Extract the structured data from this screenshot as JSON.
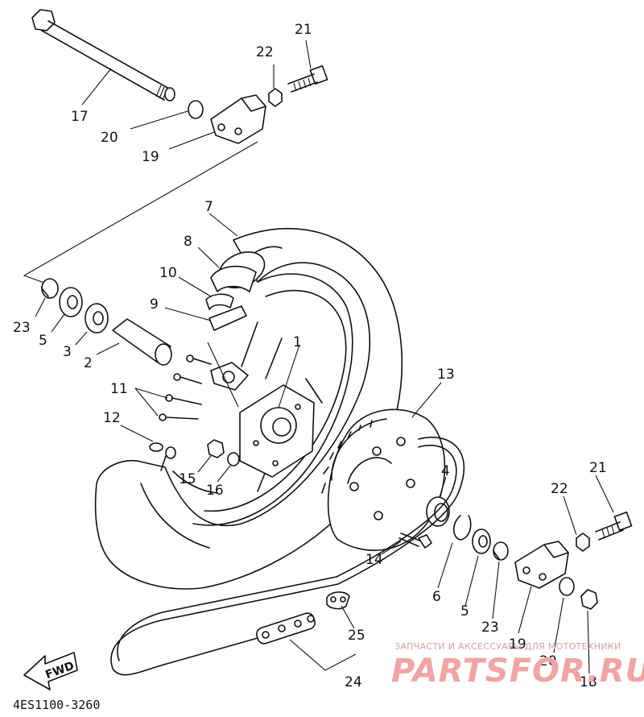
{
  "labels": {
    "p1": "1",
    "p2": "2",
    "p3": "3",
    "p4": "4",
    "p5a": "5",
    "p5b": "5",
    "p6": "6",
    "p7": "7",
    "p8": "8",
    "p9": "9",
    "p10": "10",
    "p11": "11",
    "p12": "12",
    "p13": "13",
    "p14": "14",
    "p15": "15",
    "p16": "16",
    "p17": "17",
    "p18": "18",
    "p19a": "19",
    "p19b": "19",
    "p20a": "20",
    "p20b": "20",
    "p21a": "21",
    "p21b": "21",
    "p22a": "22",
    "p22b": "22",
    "p23a": "23",
    "p23b": "23",
    "p24": "24",
    "p25": "25"
  },
  "direction_arrow": "FWD",
  "diagram_code": "4ES1100-3260",
  "watermark": {
    "tagline": "ЗАПЧАСТИ И АКСЕССУАРЫ ДЛЯ МОТОТЕХНИКИ",
    "brand": "PARTSFOR.RU",
    "color": "#f0a4a4"
  }
}
